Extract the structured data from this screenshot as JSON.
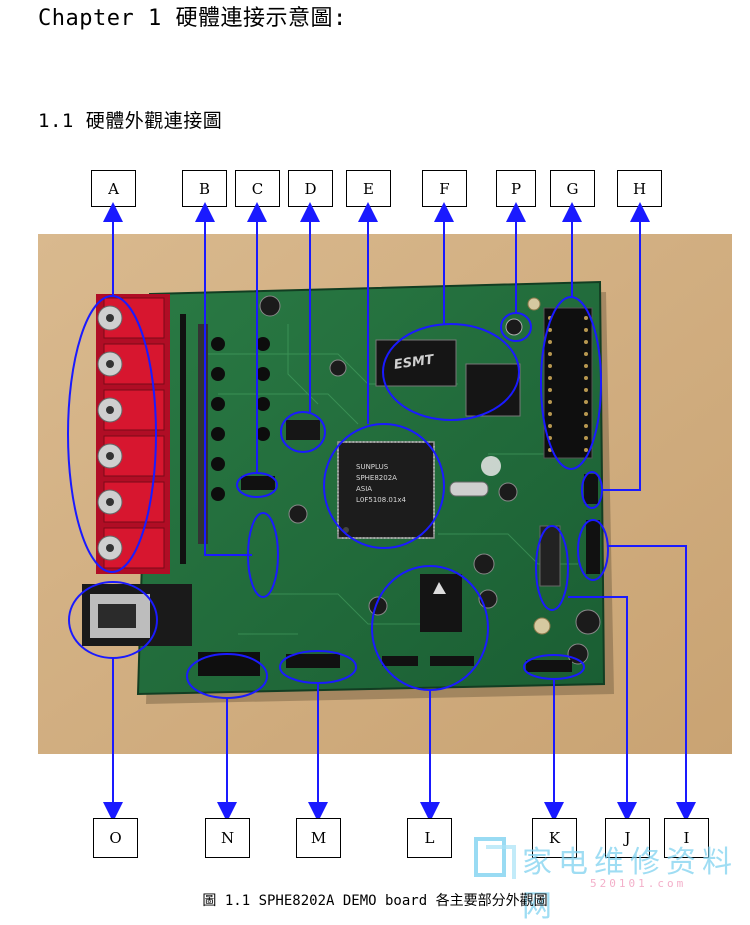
{
  "chapter_title": "Chapter 1 硬體連接示意圖:",
  "section_title": "1.1 硬體外觀連接圖",
  "figure_caption": "圖 1.1 SPHE8202A DEMO board 各主要部分外觀圖",
  "top_labels": [
    "A",
    "B",
    "C",
    "D",
    "E",
    "F",
    "P",
    "G",
    "H"
  ],
  "bottom_labels": [
    "O",
    "N",
    "M",
    "L",
    "K",
    "J",
    "I"
  ],
  "chip_text": {
    "main_chip": [
      "SUNPLUS",
      "SPHE8202A",
      "ASIA",
      "L0F5108.01x4"
    ],
    "flash_chip": "ESMT"
  },
  "watermark": {
    "text": "家电维修资料网",
    "url": "520101.com"
  },
  "colors": {
    "annotation_blue": "#1a1aff",
    "board_green": "#1f6b3a",
    "rca_red": "#c8102e"
  }
}
